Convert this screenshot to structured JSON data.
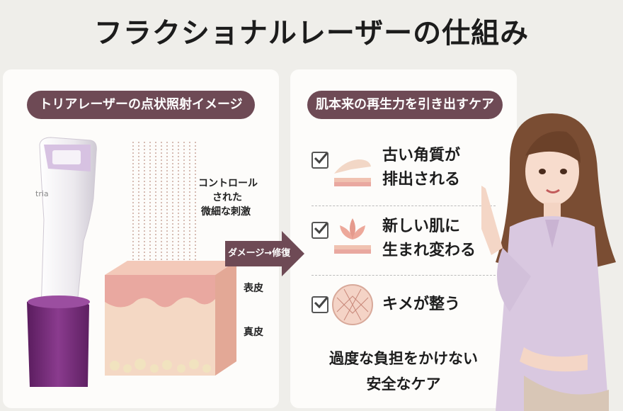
{
  "title": "フラクショナルレーザーの仕組み",
  "left": {
    "header": "トリアレーザーの点状照射イメージ",
    "device_brand": "tria",
    "annotation": [
      "コントロール",
      "された",
      "微細な刺激"
    ],
    "layer_epidermis": "表皮",
    "layer_dermis": "真皮"
  },
  "arrow_label": "ダメージ→修復",
  "right": {
    "header": "肌本来の再生力を引き出すケア",
    "features": [
      {
        "lines": [
          "古い角質が",
          "排出される"
        ],
        "icon": "hand-over-skin-icon"
      },
      {
        "lines": [
          "新しい肌に",
          "生まれ変わる"
        ],
        "icon": "lotus-skin-icon"
      },
      {
        "lines": [
          "キメが整う"
        ],
        "icon": "skin-texture-icon"
      }
    ],
    "bottom": [
      "過度な負担をかけない",
      "安全なケア"
    ]
  },
  "colors": {
    "accent": "#6e4a55",
    "device_purple": "#7a2f7d",
    "skin_pink": "#e9a8a0",
    "arrow": "#6e4a55"
  }
}
